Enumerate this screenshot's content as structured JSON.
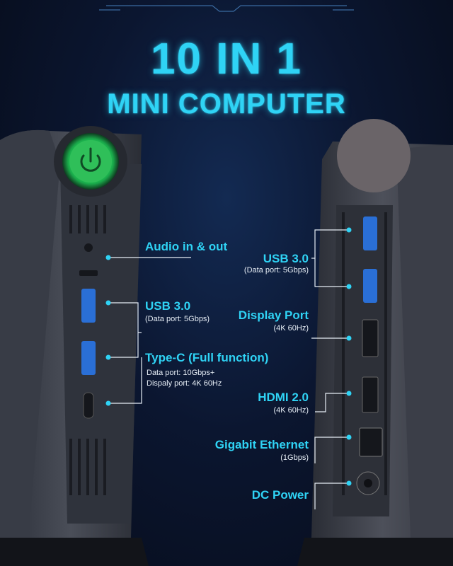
{
  "headline": {
    "line1": "10 IN 1",
    "line2": "MINI COMPUTER"
  },
  "left_ports": [
    {
      "label": "Audio in & out",
      "detail": []
    },
    {
      "label": "USB 3.0",
      "detail": [
        "(Data port: 5Gbps)"
      ]
    },
    {
      "label": "Type-C (Full function)",
      "detail": [
        "Data port: 10Gbps+",
        "Dispaly port: 4K 60Hz"
      ]
    }
  ],
  "right_ports": [
    {
      "label": "USB 3.0",
      "detail": [
        "(Data port: 5Gbps)"
      ]
    },
    {
      "label": "Display Port",
      "detail": [
        "(4K 60Hz)"
      ]
    },
    {
      "label": "HDMI 2.0",
      "detail": [
        "(4K 60Hz)"
      ]
    },
    {
      "label": "Gigabit Ethernet",
      "detail": [
        "(1Gbps)"
      ]
    },
    {
      "label": "DC Power",
      "detail": []
    }
  ],
  "colors": {
    "accent": "#2fd3f5",
    "power_glow": "#27e860",
    "text_light": "#e6edf5",
    "background": "#0b1630"
  },
  "icons": [
    "power-icon"
  ]
}
